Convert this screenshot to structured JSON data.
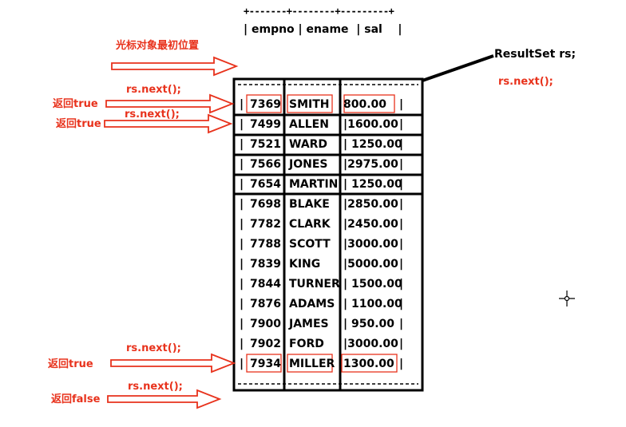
{
  "header": {
    "border": "+-------+--------+---------+",
    "row": "| empno | ename  | sal    |"
  },
  "rows": [
    {
      "pre": "|",
      "empno": "7369",
      "ename": "SMITH",
      "sal": "800.00",
      "post": "|"
    },
    {
      "pre": "|",
      "empno": "7499",
      "ename": "ALLEN",
      "sal": "|1600.00",
      "post": "|"
    },
    {
      "pre": "|",
      "empno": "7521",
      "ename": "WARD",
      "sal": "| 1250.00",
      "post": "|"
    },
    {
      "pre": "|",
      "empno": "7566",
      "ename": "JONES",
      "sal": "|2975.00",
      "post": "|"
    },
    {
      "pre": "|",
      "empno": "7654",
      "ename": "MARTIN",
      "sal": "| 1250.00",
      "post": "|"
    },
    {
      "pre": "|",
      "empno": "7698",
      "ename": "BLAKE",
      "sal": "|2850.00",
      "post": "|"
    },
    {
      "pre": "|",
      "empno": "7782",
      "ename": "CLARK",
      "sal": "|2450.00",
      "post": "|"
    },
    {
      "pre": "|",
      "empno": "7788",
      "ename": "SCOTT",
      "sal": "|3000.00",
      "post": "|"
    },
    {
      "pre": "|",
      "empno": "7839",
      "ename": "KING",
      "sal": "|5000.00",
      "post": "|"
    },
    {
      "pre": "|",
      "empno": "7844",
      "ename": "TURNER",
      "sal": "| 1500.00",
      "post": "|"
    },
    {
      "pre": "|",
      "empno": "7876",
      "ename": "ADAMS",
      "sal": "| 1100.00",
      "post": "|"
    },
    {
      "pre": "|",
      "empno": "7900",
      "ename": "JAMES",
      "sal": "| 950.00",
      "post": "|"
    },
    {
      "pre": "|",
      "empno": "7902",
      "ename": "FORD",
      "sal": "|3000.00",
      "post": "|"
    },
    {
      "pre": "|",
      "empno": "7934",
      "ename": "MILLER",
      "sal": "1300.00",
      "post": "|"
    }
  ],
  "labels": {
    "cursor_initial": "光标对象最初位置",
    "resultset": "ResultSet rs;",
    "rs_next_right": "rs.next();",
    "next_1": "rs.next();",
    "next_2": "rs.next();",
    "next_3": "rs.next();",
    "next_4": "rs.next();",
    "ret_true_1": "返回true",
    "ret_true_2": "返回true",
    "ret_true_3": "返回true",
    "ret_false": "返回false"
  },
  "colors": {
    "annotation": "#e8321c",
    "highlight_box": "#e8321c",
    "frame": "#000000"
  }
}
